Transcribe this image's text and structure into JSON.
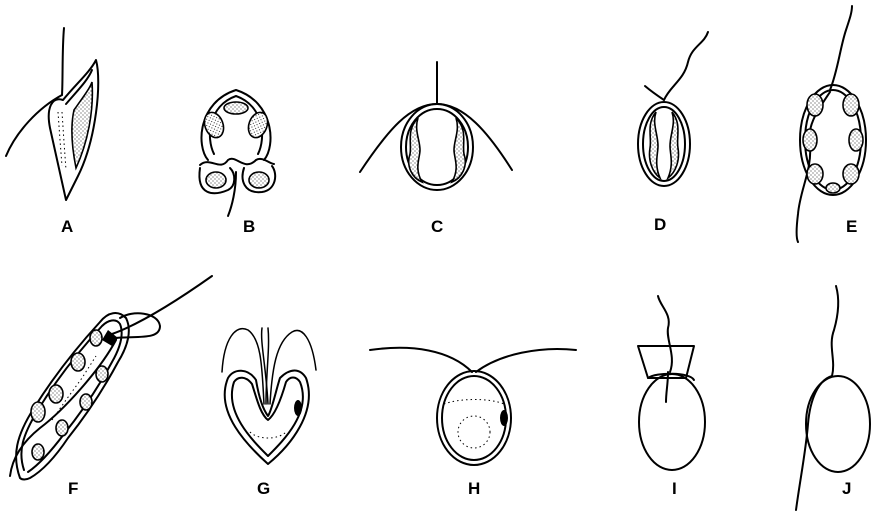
{
  "labels": {
    "a": "A",
    "b": "B",
    "c": "C",
    "d": "D",
    "e": "E",
    "f": "F",
    "g": "G",
    "h": "H",
    "i": "I",
    "j": "J"
  },
  "colors": {
    "ink": "#000000",
    "background": "#ffffff"
  }
}
